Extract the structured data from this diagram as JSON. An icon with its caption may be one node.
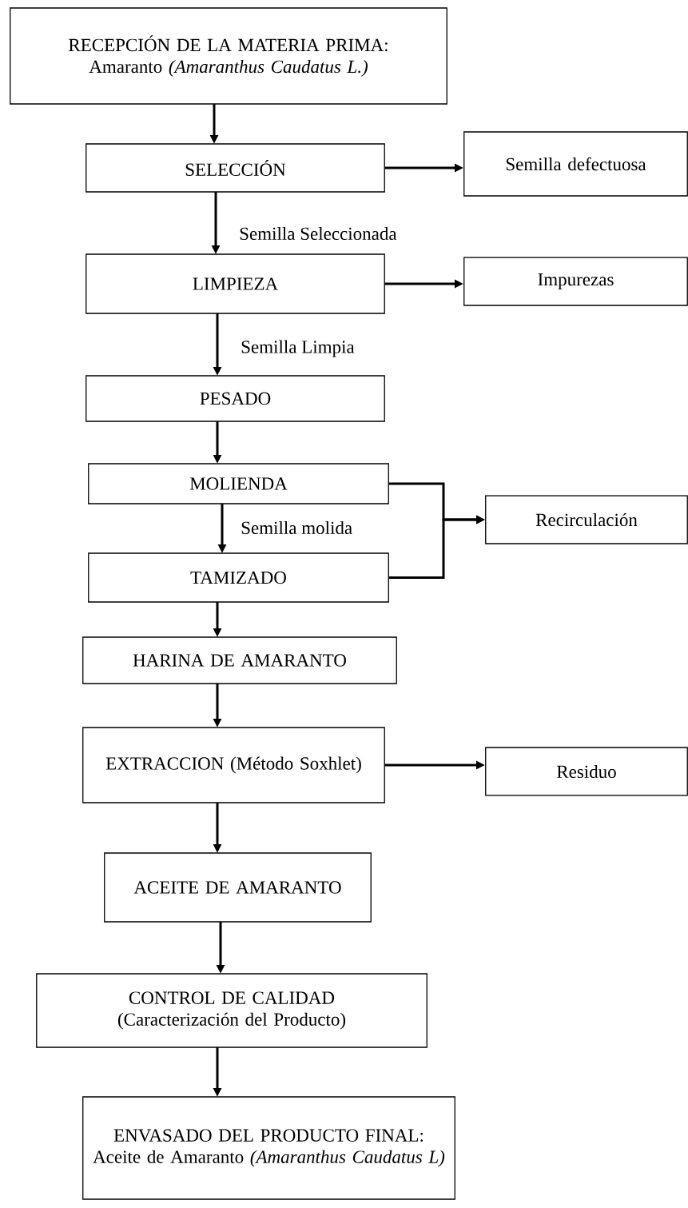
{
  "diagram": {
    "nodes": [
      {
        "text": [
          "RECEPCIÓN DE LA MATERIA PRIMA: Amaranto *(Amaranthus Caudatus L.)*"
        ]
      },
      {
        "text": [
          "SELECCIÓN"
        ]
      },
      {
        "text": [
          "Semilla defectuosa"
        ]
      },
      {
        "text": [
          "LIMPIEZA"
        ]
      },
      {
        "text": [
          "Impurezas"
        ]
      },
      {
        "text": [
          "PESADO"
        ]
      },
      {
        "text": [
          "MOLIENDA"
        ]
      },
      {
        "text": [
          "TAMIZADO"
        ]
      },
      {
        "text": [
          "Recirculación"
        ]
      },
      {
        "text": [
          "HARINA DE AMARANTO"
        ]
      },
      {
        "text": [
          "EXTRACCION (Método Soxhlet)"
        ]
      },
      {
        "text": [
          "Residuo"
        ]
      },
      {
        "text": [
          "ACEITE DE AMARANTO"
        ]
      },
      {
        "text": [
          "CONTROL DE CALIDAD (Caracterización del Producto)"
        ]
      },
      {
        "text": [
          "ENVASADO DEL PRODUCTO FINAL: Aceite de Amaranto *(Amaranthus Caudatus L)*"
        ]
      }
    ],
    "edges": [
      {
        "from": 0,
        "to": 1,
        "arrow": "to"
      },
      {
        "from": 1,
        "to": 2,
        "arrow": "to"
      },
      {
        "from": 1,
        "to": 3,
        "arrow": "to",
        "label": "Semilla Seleccionada"
      },
      {
        "from": 3,
        "to": 4,
        "arrow": "to"
      },
      {
        "from": 3,
        "to": 5,
        "arrow": "to",
        "label": "Semilla Limpia"
      },
      {
        "from": 5,
        "to": 6,
        "arrow": "to"
      },
      {
        "from": 6,
        "to": 7,
        "arrow": "to",
        "label": "Semilla molida"
      },
      {
        "from": 6,
        "to": 8,
        "arrow": "to"
      },
      {
        "from": 7,
        "to": 8,
        "arrow": "to"
      },
      {
        "from": 7,
        "to": 9,
        "arrow": "to"
      },
      {
        "from": 9,
        "to": 10,
        "arrow": "to"
      },
      {
        "from": 10,
        "to": 11,
        "arrow": "to"
      },
      {
        "from": 10,
        "to": 12,
        "arrow": "to"
      },
      {
        "from": 12,
        "to": 13,
        "arrow": "to"
      },
      {
        "from": 13,
        "to": 14,
        "arrow": "to"
      }
    ]
  }
}
